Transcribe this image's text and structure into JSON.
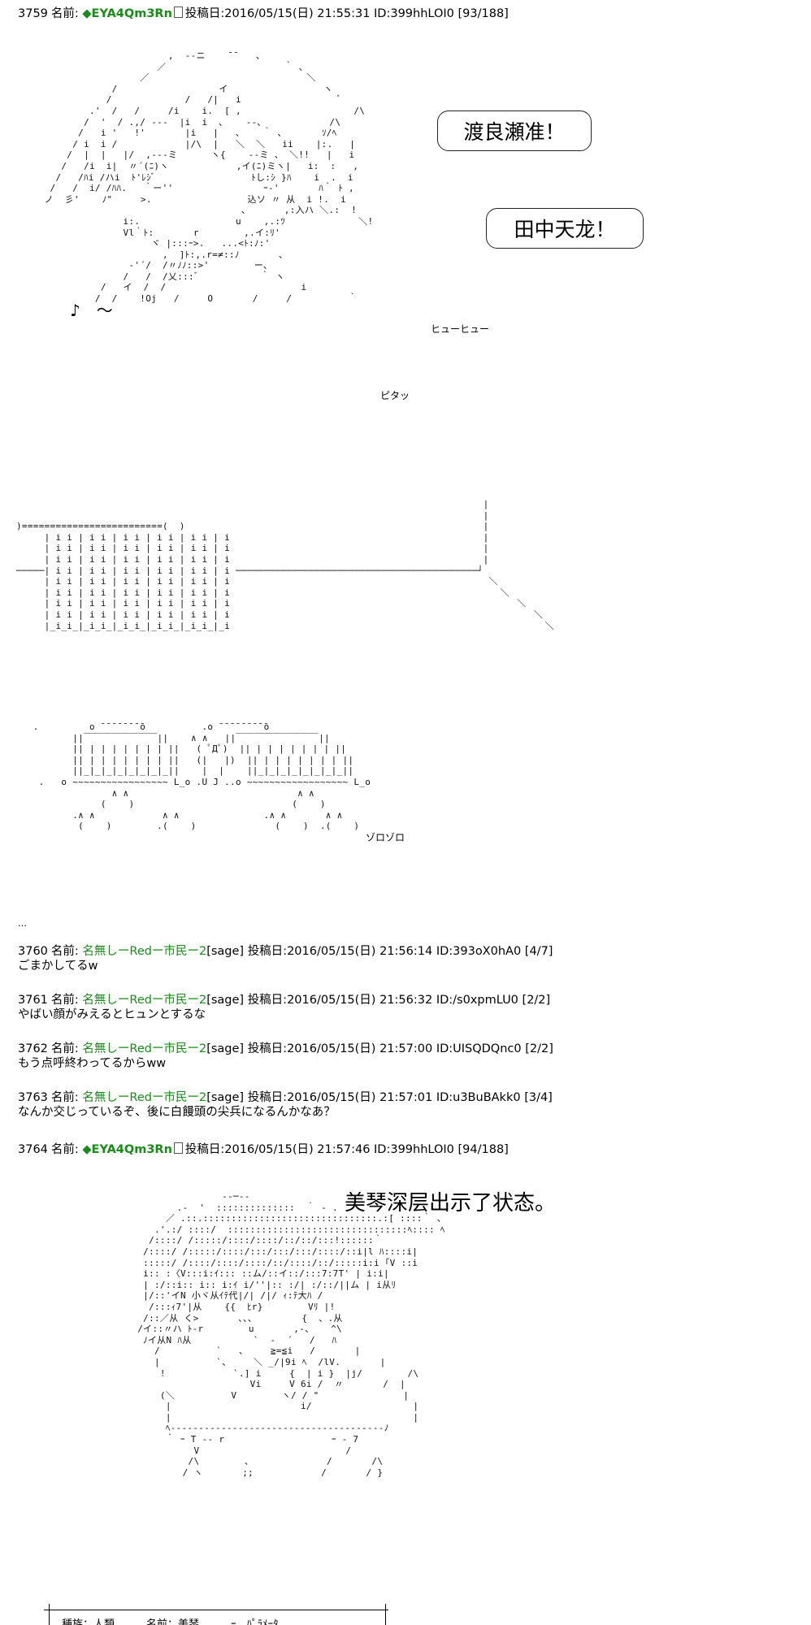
{
  "posts": {
    "p3759": {
      "num": "3759",
      "label": "名前:",
      "name": "◆EYA4Qm3Rn",
      "date_label": "投稿日:",
      "date": "2016/05/15(日) 21:55:31",
      "id": "ID:399hhLOI0",
      "count": "[93/188]"
    },
    "p3760": {
      "num": "3760",
      "label": "名前:",
      "name": "名無しーRedー市民ー2",
      "sage": "[sage]",
      "date_label": "投稿日:",
      "date": "2016/05/15(日) 21:56:14",
      "id": "ID:393oX0hA0",
      "count": "[4/7]",
      "body": "ごまかしてるw"
    },
    "p3761": {
      "num": "3761",
      "label": "名前:",
      "name": "名無しーRedー市民ー2",
      "sage": "[sage]",
      "date_label": "投稿日:",
      "date": "2016/05/15(日) 21:56:32",
      "id": "ID:/s0xpmLU0",
      "count": "[2/2]",
      "body": "やばい顔がみえるとヒュンとするな"
    },
    "p3762": {
      "num": "3762",
      "label": "名前:",
      "name": "名無しーRedー市民ー2",
      "sage": "[sage]",
      "date_label": "投稿日:",
      "date": "2016/05/15(日) 21:57:00",
      "id": "ID:UISQDQnc0",
      "count": "[2/2]",
      "body": "もう点呼終わってるからww"
    },
    "p3763": {
      "num": "3763",
      "label": "名前:",
      "name": "名無しーRedー市民ー2",
      "sage": "[sage]",
      "date_label": "投稿日:",
      "date": "2016/05/15(日) 21:57:01",
      "id": "ID:u3BuBAkk0",
      "count": "[3/4]",
      "body": "なんか交じっているぞ、後に白饅頭の尖兵になるんかなあ？"
    },
    "p3764": {
      "num": "3764",
      "label": "名前:",
      "name": "◆EYA4Qm3Rn",
      "date_label": "投稿日:",
      "date": "2016/05/15(日) 21:57:46",
      "id": "ID:399hhLOI0",
      "count": "[94/188]"
    }
  },
  "bubbles": {
    "b1": "渡良瀬准！",
    "b2": "田中天龙！"
  },
  "sfx": {
    "whistle": "ヒューヒュー",
    "stop": "ピタッ",
    "crowd": "ゾロゾロ",
    "notes": "♪　～"
  },
  "caption": "美琴深层出示了状态。",
  "ellipsis": "…",
  "status_box": "種族：人類　　　名前：美琴　　　ｰ　ﾊﾟﾗﾒｰﾀ",
  "colors": {
    "name_green": "#1a8a1a"
  }
}
